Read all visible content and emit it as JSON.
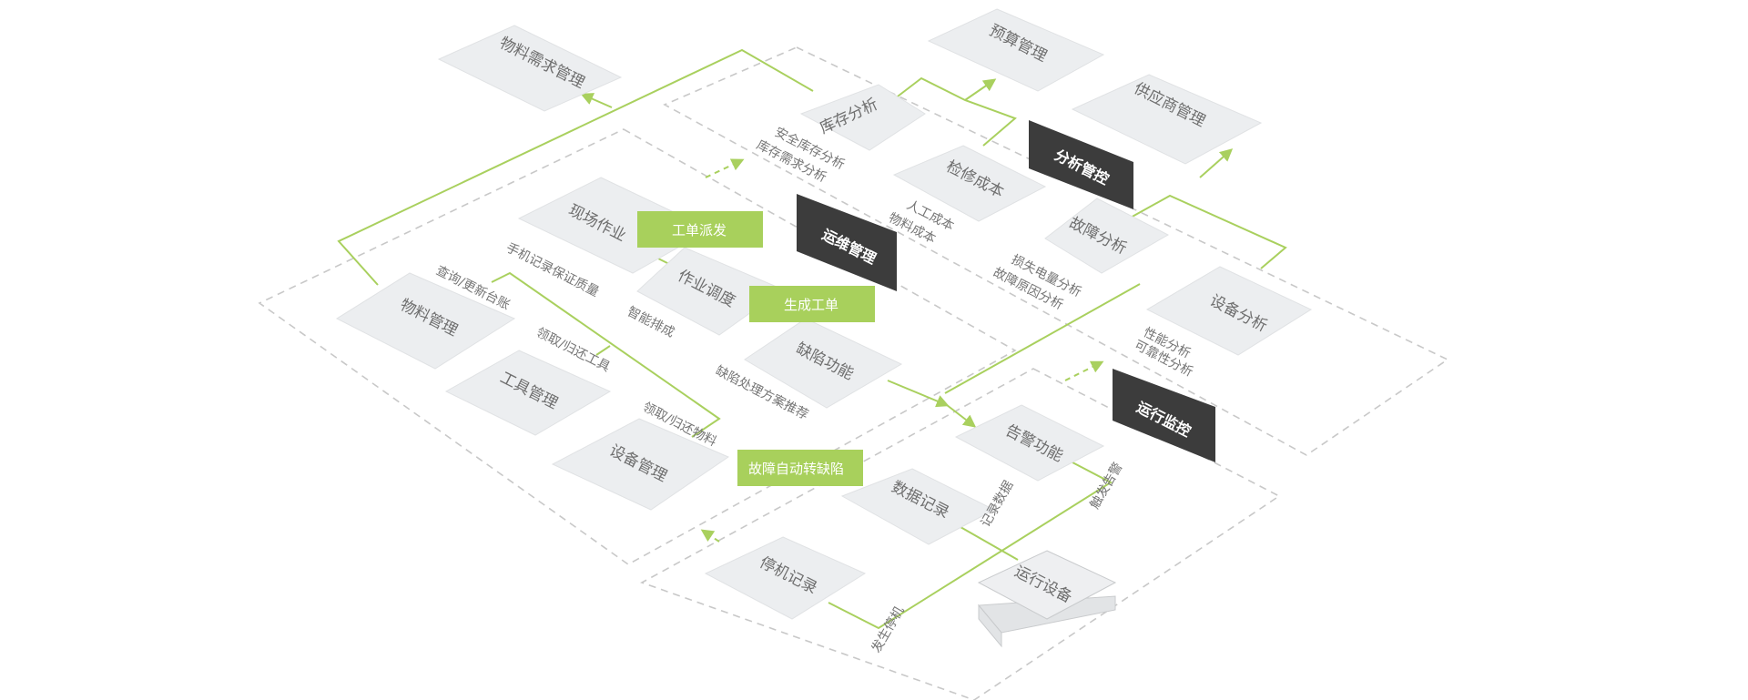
{
  "modules": {
    "ops": "运维管理",
    "analysis": "分析管控",
    "monitor": "运行监控"
  },
  "actions": {
    "dispatch": "工单派发",
    "generate": "生成工单",
    "auto_defect": "故障自动转缺陷"
  },
  "cards": {
    "material_demand": "物料需求管理",
    "budget": "预算管理",
    "inventory_analysis": "库存分析",
    "supplier": "供应商管理",
    "repair_cost": "检修成本",
    "fault_analysis": "故障分析",
    "equipment_analysis": "设备分析",
    "field_work": "现场作业",
    "work_dispatch": "作业调度",
    "defect_function": "缺陷功能",
    "material_mgmt": "物料管理",
    "tool_mgmt": "工具管理",
    "equipment_mgmt": "设备管理",
    "alarm_function": "告警功能",
    "data_record": "数据记录",
    "shutdown_record": "停机记录",
    "running_equipment": "运行设备"
  },
  "notes": {
    "safety_stock": "安全库存分析",
    "stock_demand": "库存需求分析",
    "labor_cost": "人工成本",
    "material_cost": "物料成本",
    "power_loss": "损失电量分析",
    "fault_cause": "故障原因分析",
    "performance": "性能分析",
    "reliability": "可靠性分析",
    "mobile_record": "手机记录保证质量",
    "smart_schedule": "智能排成",
    "query_ledger": "查询/更新台账",
    "borrow_tool": "领取/归还工具",
    "borrow_material": "领取/归还物料",
    "defect_plan": "缺陷处理方案推荐",
    "record_data": "记录数据",
    "trigger_alarm": "触发告警",
    "shutdown_occurs": "发生停机"
  }
}
